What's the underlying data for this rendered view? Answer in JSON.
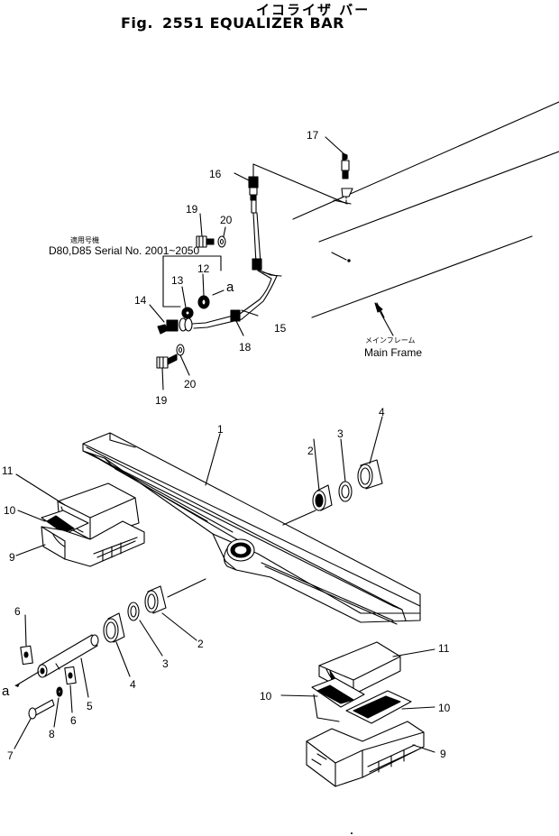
{
  "title": {
    "japanese": "イコライザ バー",
    "fig_prefix": "Fig.",
    "fig_number": "2551",
    "name": "EQUALIZER BAR"
  },
  "notes": {
    "applicable_jp": "適用号機",
    "serial": "D80,D85 Serial No. 2001~2050",
    "main_frame_jp": "メインフレーム",
    "main_frame": "Main Frame"
  },
  "callouts": {
    "c1": "1",
    "c2a": "2",
    "c2b": "2",
    "c3a": "3",
    "c3b": "3",
    "c4a": "4",
    "c4b": "4",
    "c5": "5",
    "c6a": "6",
    "c6b": "6",
    "c7": "7",
    "c8": "8",
    "c9a": "9",
    "c9b": "9",
    "c10a": "10",
    "c10b": "10",
    "c10c": "10",
    "c11a": "11",
    "c11b": "11",
    "c12": "12",
    "c13": "13",
    "c14": "14",
    "c15": "15",
    "c16": "16",
    "c17": "17",
    "c18": "18",
    "c19a": "19",
    "c19b": "19",
    "c20a": "20",
    "c20b": "20",
    "ref_a1": "a",
    "ref_a2": "a"
  }
}
